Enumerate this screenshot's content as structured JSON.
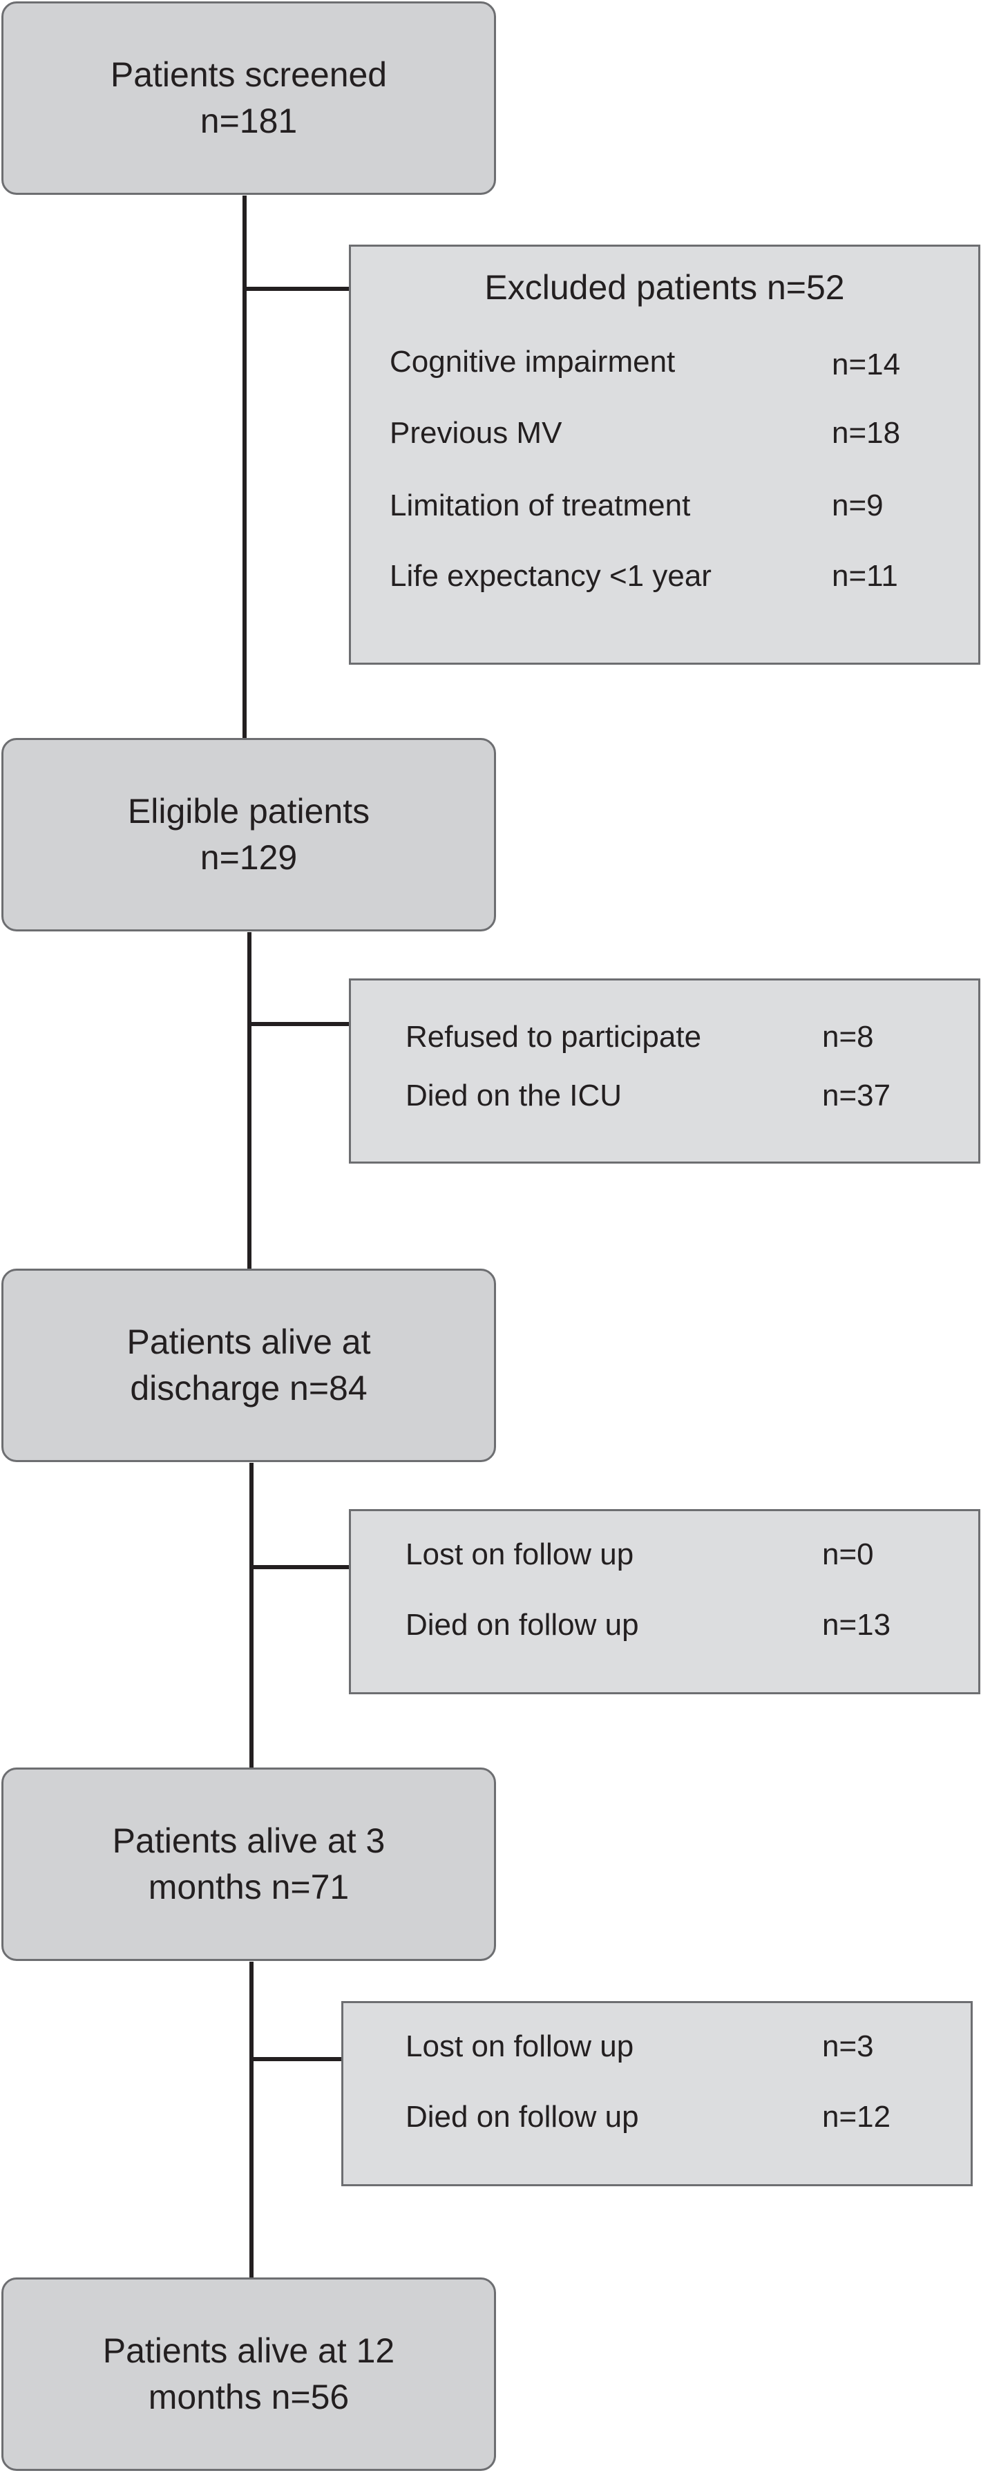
{
  "flowchart": {
    "stages": [
      {
        "line1": "Patients screened",
        "line2": "n=181"
      },
      {
        "line1": "Eligible patients",
        "line2": "n=129"
      },
      {
        "line1": "Patients alive at",
        "line2": "discharge n=84"
      },
      {
        "line1": "Patients alive at 3",
        "line2": "months n=71"
      },
      {
        "line1": "Patients alive at 12",
        "line2": "months n=56"
      }
    ],
    "exclusions": [
      {
        "title": "Excluded patients n=52",
        "rows": [
          {
            "label": "Cognitive impairment",
            "value": "n=14"
          },
          {
            "label": "Previous MV",
            "value": "n=18"
          },
          {
            "label": "Limitation of treatment",
            "value": "n=9"
          },
          {
            "label": "Life expectancy <1 year",
            "value": "n=11"
          }
        ]
      },
      {
        "rows": [
          {
            "label": "Refused to participate",
            "value": "n=8"
          },
          {
            "label": "Died on the ICU",
            "value": "n=37"
          }
        ]
      },
      {
        "rows": [
          {
            "label": "Lost on follow up",
            "value": "n=0"
          },
          {
            "label": "Died on follow up",
            "value": "n=13"
          }
        ]
      },
      {
        "rows": [
          {
            "label": "Lost on follow up",
            "value": "n=3"
          },
          {
            "label": "Died on follow up",
            "value": "n=12"
          }
        ]
      }
    ]
  }
}
